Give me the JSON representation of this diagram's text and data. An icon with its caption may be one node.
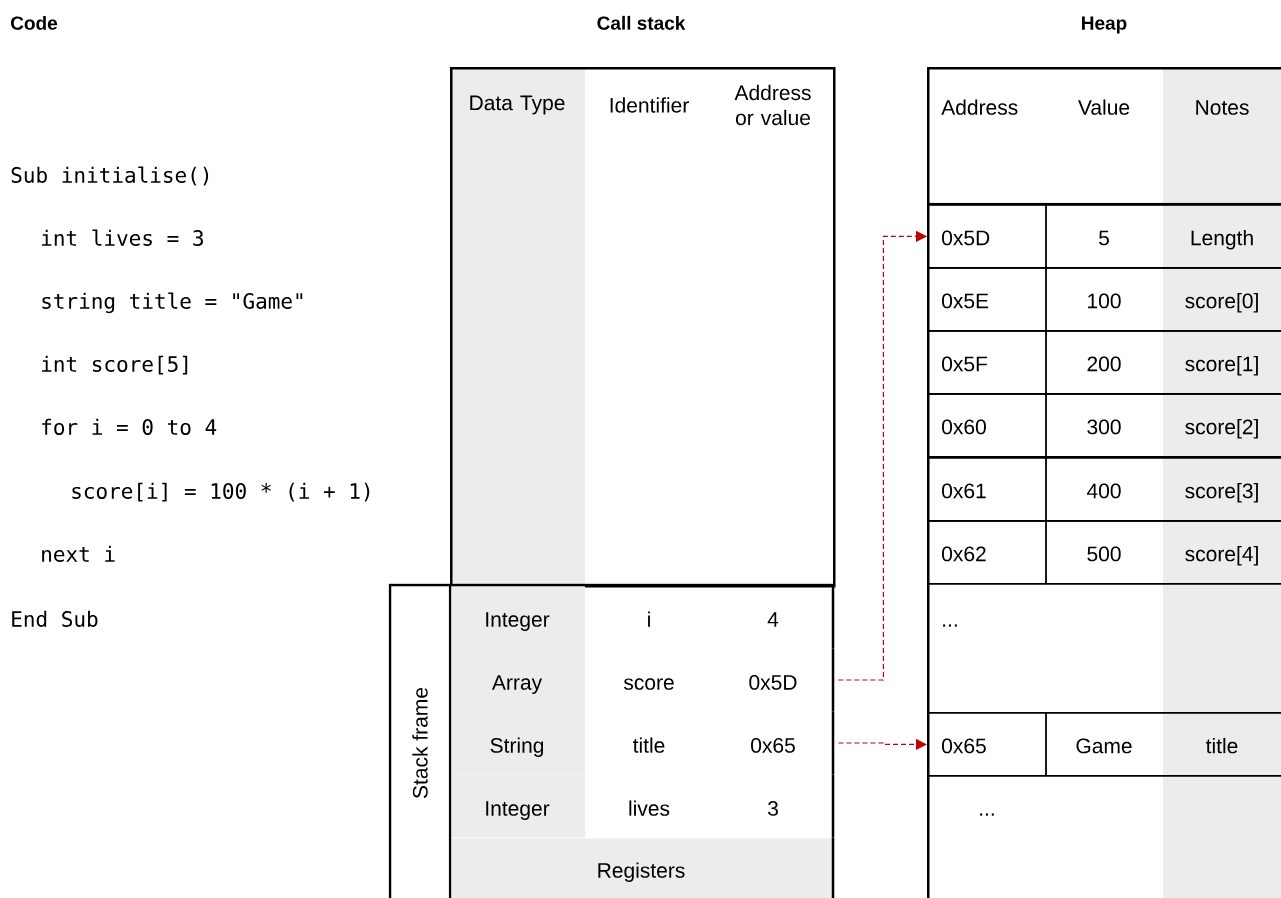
{
  "diagram": {
    "nodes": [
      {
        "text": [
          "Data Type",
          "Identifier",
          "Address or value"
        ]
      },
      {
        "text": [
          "Stack frame"
        ]
      },
      {
        "text": [
          "Integer",
          "i",
          "4"
        ],
        "in": 1
      },
      {
        "text": [
          "Array",
          "score",
          "0x5D"
        ],
        "in": 1
      },
      {
        "text": [
          "String",
          "title",
          "0x65"
        ],
        "in": 1
      },
      {
        "text": [
          "Integer",
          "lives",
          "3"
        ],
        "in": 1
      },
      {
        "text": [
          "Registers"
        ],
        "in": 1
      },
      {
        "text": [
          "Address",
          "Value",
          "Notes"
        ]
      },
      {
        "text": [
          "0x5D",
          "5",
          "Length"
        ],
        "in": 7
      },
      {
        "text": [
          "0x5E",
          "100",
          "score[0]"
        ],
        "in": 7
      },
      {
        "text": [
          "0x5F",
          "200",
          "score[1]"
        ],
        "in": 7
      },
      {
        "text": [
          "0x60",
          "300",
          "score[2]"
        ],
        "in": 7
      },
      {
        "text": [
          "0x61",
          "400",
          "score[3]"
        ],
        "in": 7
      },
      {
        "text": [
          "0x62",
          "500",
          "score[4]"
        ],
        "in": 7
      },
      {
        "text": [
          "0x65",
          "Game",
          "title"
        ],
        "in": 7
      }
    ],
    "edges": [
      {
        "from": 3,
        "to": 8,
        "arrow": "to",
        "style": "dashed",
        "color": "#c00000"
      },
      {
        "from": 4,
        "to": 14,
        "arrow": "to",
        "style": "dashed",
        "color": "#c00000"
      }
    ],
    "labels": [
      "Code",
      "Call stack",
      "Heap",
      "Sub initialise()",
      "int lives = 3",
      "string title = \"Game\"",
      "int score[5]",
      "for i = 0 to 4",
      "score[i] = 100 * (i + 1)",
      "next i",
      "End Sub",
      "...",
      "..."
    ]
  }
}
